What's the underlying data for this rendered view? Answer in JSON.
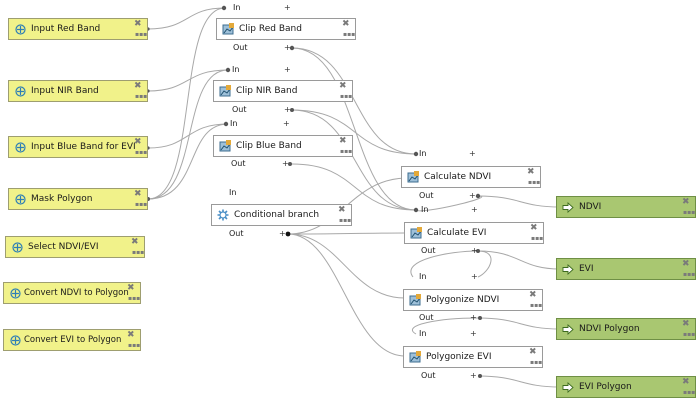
{
  "nodes": {
    "input_red": {
      "label": "Input Red Band"
    },
    "input_nir": {
      "label": "Input NIR Band"
    },
    "input_blue": {
      "label": "Input Blue Band for EVI"
    },
    "mask_polygon": {
      "label": "Mask Polygon"
    },
    "select_index": {
      "label": "Select NDVI/EVI"
    },
    "convert_ndvi": {
      "label": "Convert NDVI to Polygon"
    },
    "convert_evi": {
      "label": "Convert EVI to Polygon"
    },
    "clip_red": {
      "label": "Clip Red Band"
    },
    "clip_nir": {
      "label": "Clip NIR Band"
    },
    "clip_blue": {
      "label": "Clip Blue Band"
    },
    "conditional": {
      "label": "Conditional branch"
    },
    "calc_ndvi": {
      "label": "Calculate NDVI"
    },
    "calc_evi": {
      "label": "Calculate EVI"
    },
    "poly_ndvi": {
      "label": "Polygonize NDVI"
    },
    "poly_evi": {
      "label": "Polygonize EVI"
    },
    "out_ndvi": {
      "label": "NDVI"
    },
    "out_evi": {
      "label": "EVI"
    },
    "out_ndvi_poly": {
      "label": "NDVI Polygon"
    },
    "out_evi_poly": {
      "label": "EVI Polygon"
    }
  },
  "ports": {
    "in": "In",
    "out": "Out",
    "plus": "+"
  },
  "controls": {
    "close": "✖",
    "more": "▪▪▪"
  },
  "colors": {
    "input": "#f1f28a",
    "output": "#a9c771",
    "algorithm": "#ffffff",
    "wire": "#a8a8a8",
    "port": "#555555"
  },
  "icons": {
    "input": "parameter-icon",
    "algorithm": "raster-algorithm-icon",
    "conditional": "gear-icon",
    "output": "output-arrow-icon"
  }
}
